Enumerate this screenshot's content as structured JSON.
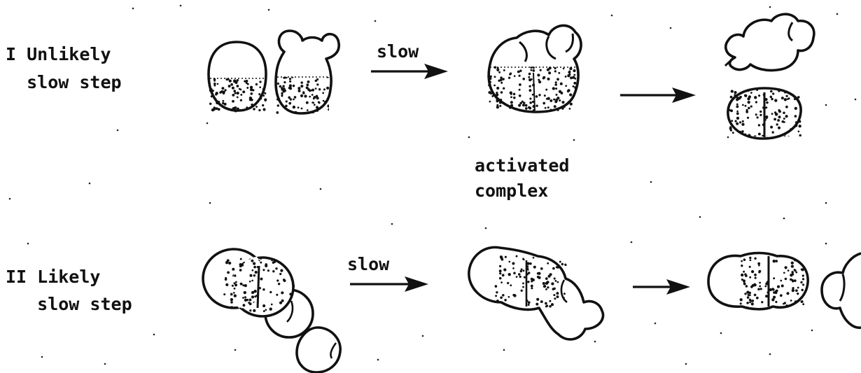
{
  "rows": [
    {
      "label_line1": "I Unlikely",
      "label_line2": "  slow step",
      "arrow1_label": "slow"
    },
    {
      "label_line1": "II Likely",
      "label_line2": "   slow step",
      "arrow1_label": "slow"
    }
  ],
  "middle_caption_line1": "activated",
  "middle_caption_line2": "complex",
  "colors": {
    "ink": "#111111",
    "paper": "#ffffff"
  }
}
